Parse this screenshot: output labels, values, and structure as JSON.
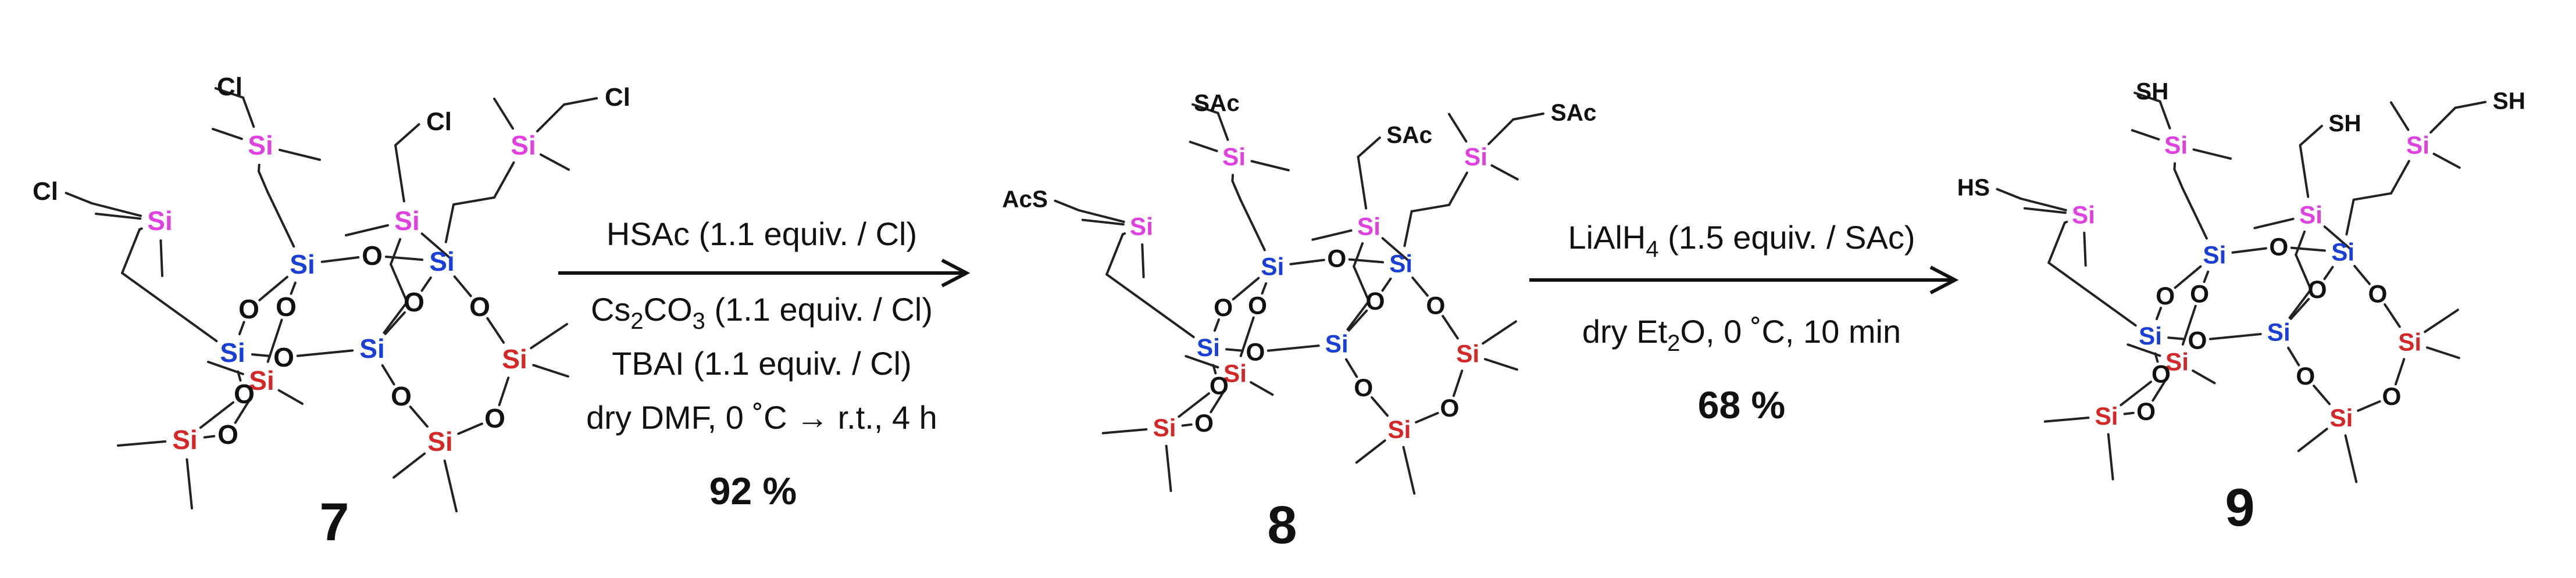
{
  "colors": {
    "si_outer": "#e040e0",
    "si_core": "#1a3fd6",
    "si_ring": "#d42828",
    "ink": "#111111",
    "bond": "#222222"
  },
  "elements": {
    "si": "Si",
    "o": "O",
    "cl": "Cl",
    "sac": "SAc",
    "acs": "AcS",
    "sh": "SH",
    "hs": "HS"
  },
  "compounds": [
    {
      "number": "7",
      "end_group": "Cl"
    },
    {
      "number": "8",
      "end_group": "SAc"
    },
    {
      "number": "9",
      "end_group": "SH"
    }
  ],
  "steps": [
    {
      "conditions": [
        "HSAc (1.1 equiv. / Cl)",
        "Cs2CO3 (1.1 equiv. / Cl)",
        "TBAI (1.1 equiv. / Cl)",
        "dry DMF, 0 ˚C → r.t., 4 h"
      ],
      "yield": "92 %"
    },
    {
      "conditions": [
        "LiAlH4 (1.5 equiv. / SAc)",
        "dry Et2O, 0 ˚C, 10 min"
      ],
      "yield": "68 %"
    }
  ],
  "formula_parts": {
    "cs2co3": [
      "Cs",
      "2",
      "CO",
      "3",
      " (1.1 equiv. / Cl)"
    ],
    "lialh4": [
      "LiAlH",
      "4",
      " (1.5 equiv. / SAc)"
    ],
    "et2o": [
      "dry Et",
      "2",
      "O, 0 ˚C, 10 min"
    ]
  }
}
